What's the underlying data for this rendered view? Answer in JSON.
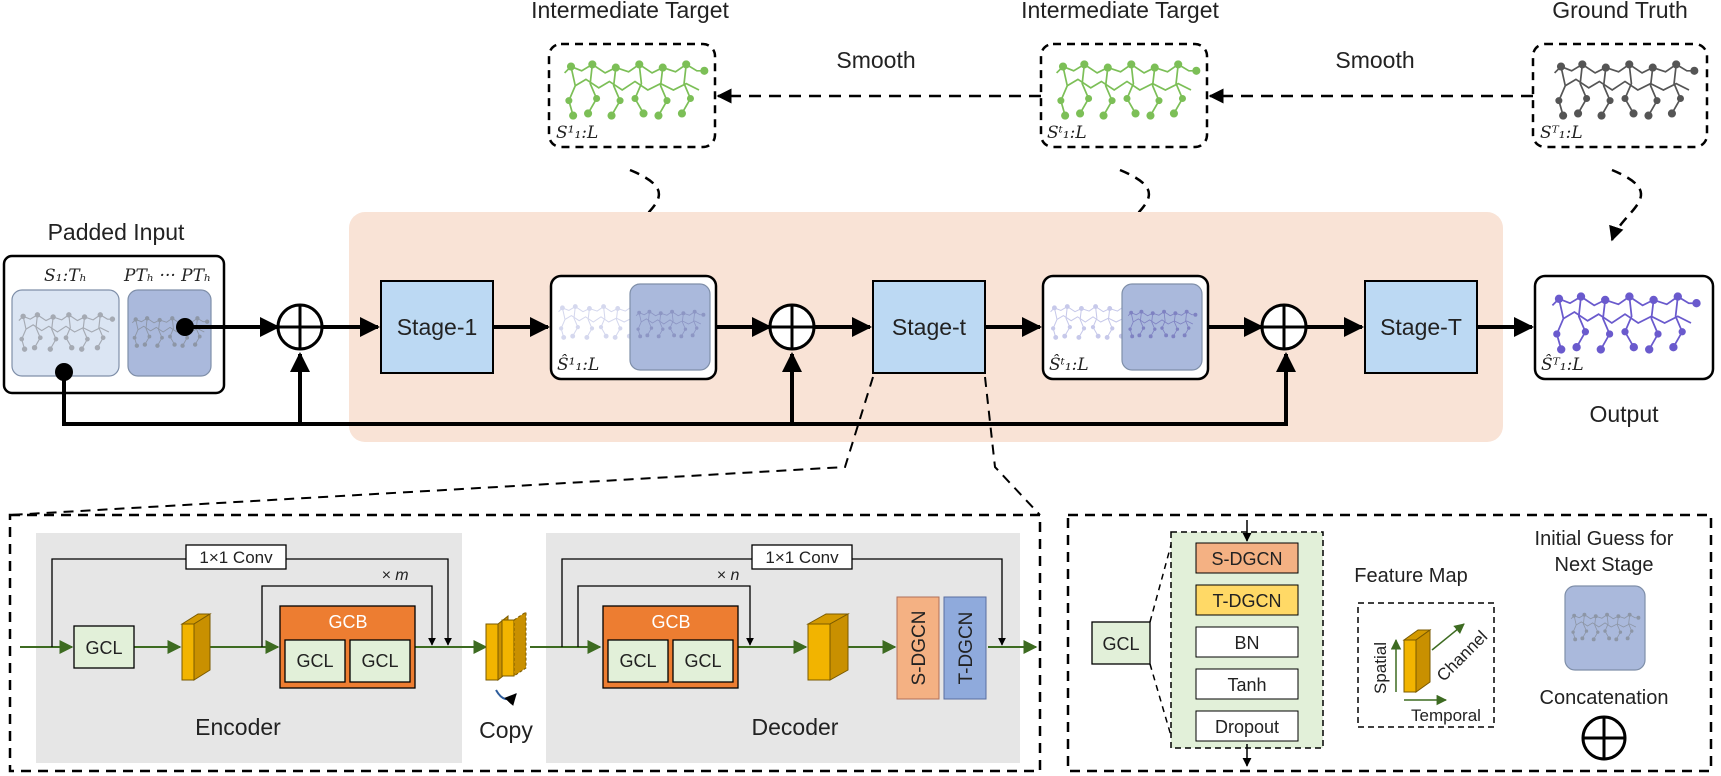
{
  "colors": {
    "stage_bg": "#f9e3d6",
    "stage_block": "#bcd9f3",
    "gcb": "#ed7d31",
    "gcl": "#e2f0d9",
    "panel": "#e6e6e6",
    "feature_map": "#f2b400",
    "s_dgcn": "#f4b183",
    "t_dgcn": "#8faadc",
    "t_dgcn_legend": "#ffd966",
    "green_flow": "#3d6b21",
    "skeleton_target": "#7cbf57",
    "skeleton_truth": "#555555",
    "skeleton_output": "#6a5acd",
    "skeleton_input": "#9aa4b2"
  },
  "top": {
    "target1_label": "Intermediate Target",
    "target2_label": "Intermediate Target",
    "truth_label": "Ground Truth",
    "smooth1_label": "Smooth",
    "smooth2_label": "Smooth",
    "target1_math": "S¹₁:L",
    "target2_math": "Sᵗ₁:L",
    "truth_math": "Sᵀ₁:L"
  },
  "pipeline": {
    "padded_input_label": "Padded Input",
    "input_math_left": "S₁:Tₕ",
    "input_math_right": "PTₕ ··· PTₕ",
    "stage1": "Stage-1",
    "staget": "Stage-t",
    "stageT": "Stage-T",
    "pred1_math": "Ŝ¹₁:L",
    "predt_math": "Ŝᵗ₁:L",
    "output_math": "Ŝᵀ₁:L",
    "output_label": "Output"
  },
  "encoder": {
    "conv_label": "1×1 Conv",
    "repeat_label": "× m",
    "gcl_label": "GCL",
    "gcb_label": "GCB",
    "gcb_gcl1": "GCL",
    "gcb_gcl2": "GCL",
    "title": "Encoder"
  },
  "copy_label": "Copy",
  "decoder": {
    "conv_label": "1×1 Conv",
    "repeat_label": "× n",
    "gcb_label": "GCB",
    "gcb_gcl1": "GCL",
    "gcb_gcl2": "GCL",
    "s_dgcn": "S-DGCN",
    "t_dgcn": "T-DGCN",
    "title": "Decoder"
  },
  "legend": {
    "gcl_label": "GCL",
    "layers": [
      "S-DGCN",
      "T-DGCN",
      "BN",
      "Tanh",
      "Dropout"
    ],
    "feature_map_label": "Feature Map",
    "spatial_label": "Spatial",
    "channel_label": "Channel",
    "temporal_label": "Temporal",
    "initial_guess_line1": "Initial Guess for",
    "initial_guess_line2": "Next Stage",
    "concat_label": "Concatenation"
  }
}
